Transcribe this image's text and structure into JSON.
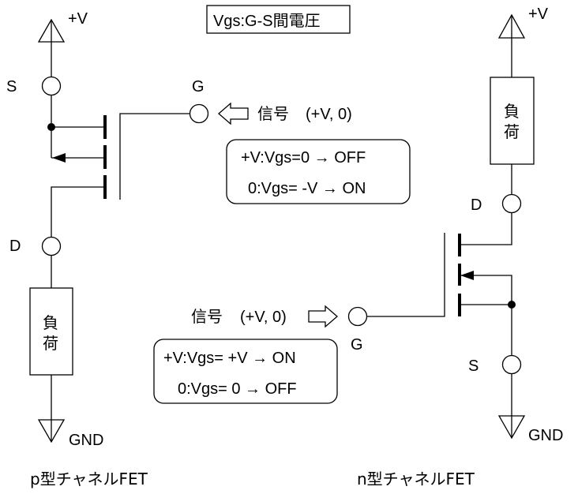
{
  "title_box": "Vgs:G-S間電圧",
  "colors": {
    "line": "#000000",
    "background": "#ffffff"
  },
  "p_channel": {
    "caption": "p型チャネルFET",
    "supply_label": "+V",
    "ground_label": "GND",
    "source_label": "S",
    "drain_label": "D",
    "gate_label": "G",
    "load_label_1": "負",
    "load_label_2": "荷",
    "signal_label": "信号",
    "signal_values": "(+V, 0)",
    "signal_arrow": "left-arrow-icon",
    "truth_table": [
      "+V:Vgs=0 → OFF",
      "0:Vgs= -V → ON"
    ]
  },
  "n_channel": {
    "caption": "n型チャネルFET",
    "supply_label": "+V",
    "ground_label": "GND",
    "source_label": "S",
    "drain_label": "D",
    "gate_label": "G",
    "load_label_1": "負",
    "load_label_2": "荷",
    "signal_label": "信号",
    "signal_values": "(+V, 0)",
    "signal_arrow": "right-arrow-icon",
    "truth_table": [
      "+V:Vgs= +V → ON",
      "0:Vgs= 0 → OFF"
    ]
  }
}
